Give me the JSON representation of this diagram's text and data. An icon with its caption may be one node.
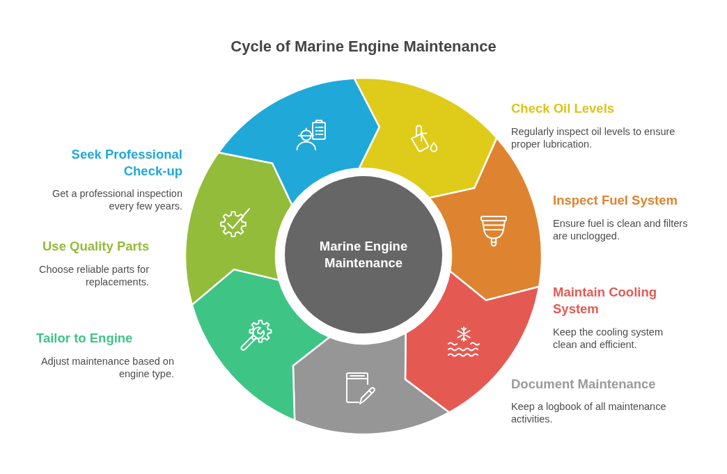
{
  "diagram": {
    "title": "Cycle of Marine Engine Maintenance",
    "nodes": [
      {
        "text": [
          "Marine Engine Maintenance"
        ]
      },
      {
        "text": [
          "Check Oil Levels",
          "Regularly inspect oil levels to ensure proper lubrication."
        ]
      },
      {
        "text": [
          "Inspect Fuel System",
          "Ensure fuel is clean and filters are unclogged."
        ]
      },
      {
        "text": [
          "Maintain Cooling System",
          "Keep the cooling system clean and efficient."
        ]
      },
      {
        "text": [
          "Document Maintenance",
          "Keep a logbook of all maintenance activities."
        ]
      },
      {
        "text": [
          "Tailor to Engine",
          "Adjust maintenance based on engine type."
        ]
      },
      {
        "text": [
          "Use Quality Parts",
          "Choose reliable parts for replacements."
        ]
      },
      {
        "text": [
          "Seek Professional Check-up",
          "Get a professional inspection every few years."
        ]
      }
    ]
  }
}
